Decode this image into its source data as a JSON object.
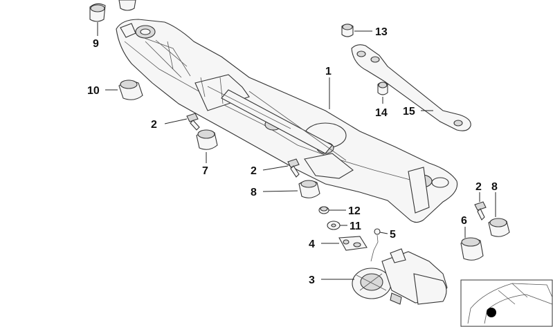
{
  "callouts": [
    {
      "id": "c9",
      "label": "9"
    },
    {
      "id": "c10",
      "label": "10"
    },
    {
      "id": "c2a",
      "label": "2"
    },
    {
      "id": "c7",
      "label": "7"
    },
    {
      "id": "c2b",
      "label": "2"
    },
    {
      "id": "c8a",
      "label": "8"
    },
    {
      "id": "c1",
      "label": "1"
    },
    {
      "id": "c13",
      "label": "13"
    },
    {
      "id": "c14",
      "label": "14"
    },
    {
      "id": "c15",
      "label": "15"
    },
    {
      "id": "c12",
      "label": "12"
    },
    {
      "id": "c11",
      "label": "11"
    },
    {
      "id": "c5",
      "label": "5"
    },
    {
      "id": "c4",
      "label": "4"
    },
    {
      "id": "c3",
      "label": "3"
    },
    {
      "id": "c6",
      "label": "6"
    },
    {
      "id": "c2c",
      "label": "2"
    },
    {
      "id": "c8b",
      "label": "8"
    }
  ]
}
